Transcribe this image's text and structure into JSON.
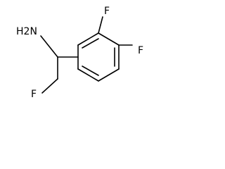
{
  "structure": {
    "atoms": {
      "amine": "H2N",
      "fluoro_ring_3": "F",
      "fluoro_ring_4": "F",
      "fluoro_chain": "F"
    },
    "colors": {
      "bond": "#000000",
      "label": "#000000",
      "background": "#ffffff"
    }
  }
}
